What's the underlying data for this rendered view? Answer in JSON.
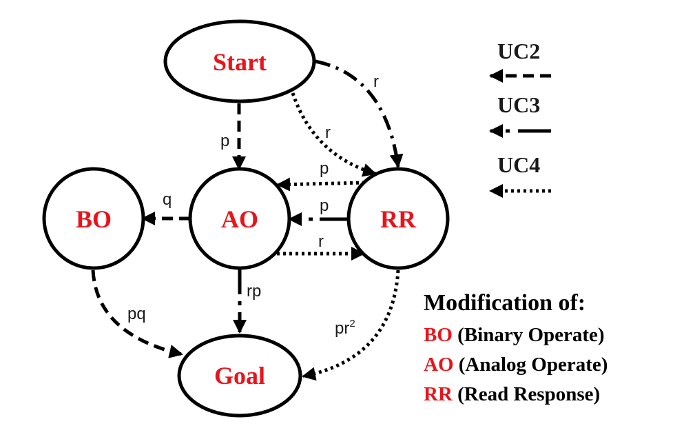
{
  "nodes": {
    "start": "Start",
    "bo": "BO",
    "ao": "AO",
    "rr": "RR",
    "goal": "Goal"
  },
  "edges": {
    "start_ao": "p",
    "start_rr_uc4": "r",
    "start_rr_uc3": "r",
    "rr_ao_uc4": "p",
    "rr_ao_uc3": "p",
    "ao_rr": "r",
    "ao_bo": "q",
    "ao_goal": "rp",
    "bo_goal": "pq",
    "rr_goal_base": "pr",
    "rr_goal_sup": "2"
  },
  "legend": {
    "uc2": "UC2",
    "uc3": "UC3",
    "uc4": "UC4"
  },
  "modification": {
    "title": "Modification of:",
    "items": [
      {
        "abbr": "BO",
        "desc": " (Binary Operate)"
      },
      {
        "abbr": "AO",
        "desc": " (Analog Operate)"
      },
      {
        "abbr": "RR",
        "desc": " (Read Response)"
      }
    ]
  },
  "colors": {
    "node_label": "#e8141c",
    "stroke": "#000000"
  }
}
